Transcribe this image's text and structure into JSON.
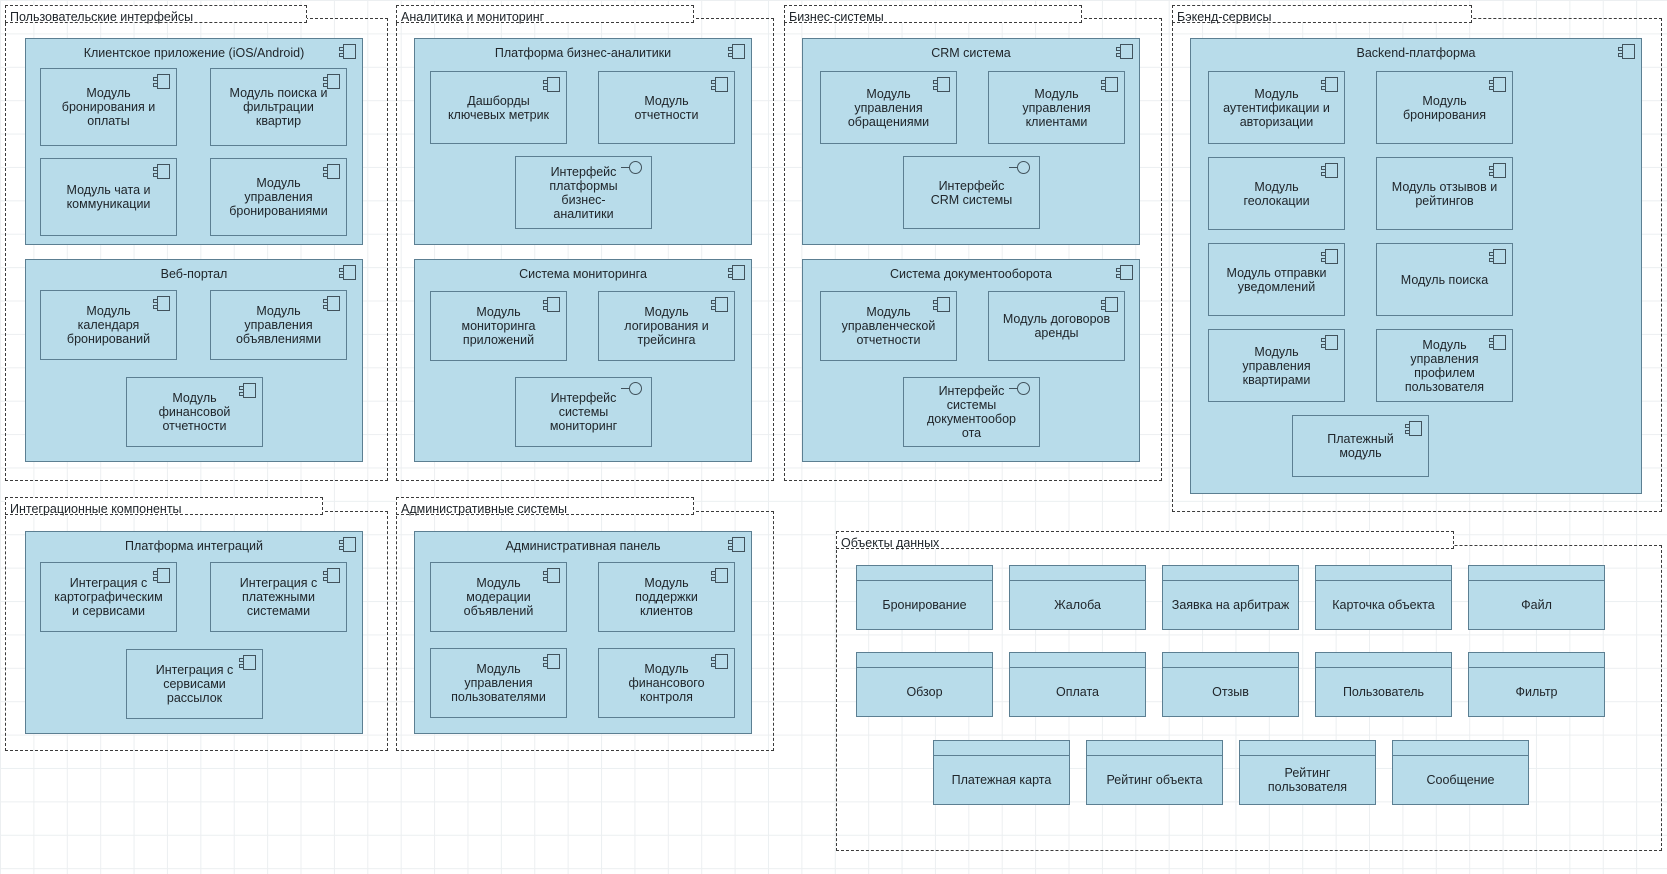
{
  "diagram": {
    "title": "UML component diagram",
    "colors": {
      "component_fill": "#b8dcea",
      "component_stroke": "#5c7f92",
      "package_stroke": "#3b3b3b",
      "grid": "#eceff1",
      "text": "#20262b"
    }
  },
  "packages": [
    {
      "id": "ui",
      "label": "Пользовательские интерфейсы"
    },
    {
      "id": "analytics",
      "label": "Аналитика и мониторинг"
    },
    {
      "id": "business",
      "label": "Бизнес-системы"
    },
    {
      "id": "backend",
      "label": "Бэкенд-сервисы"
    },
    {
      "id": "integration",
      "label": "Интеграционные компоненты"
    },
    {
      "id": "admin",
      "label": "Административные системы"
    },
    {
      "id": "data",
      "label": "Объекты данных"
    }
  ],
  "components": [
    {
      "id": "client-app",
      "label": "Клиентское приложение (iOS/Android)",
      "icon": "component-icon",
      "children": [
        {
          "label": "Модуль\nбронирования и\nоплаты",
          "icon": "component-icon"
        },
        {
          "label": "Модуль поиска и\nфильтрации\nквартир",
          "icon": "component-icon"
        },
        {
          "label": "Модуль чата и\nкоммуникации",
          "icon": "component-icon"
        },
        {
          "label": "Модуль\nуправления\nбронированиями",
          "icon": "component-icon"
        }
      ]
    },
    {
      "id": "web-portal",
      "label": "Веб-портал",
      "icon": "component-icon",
      "children": [
        {
          "label": "Модуль\nкалендаря\nбронирований",
          "icon": "component-icon"
        },
        {
          "label": "Модуль\nуправления\nобъявлениями",
          "icon": "component-icon"
        },
        {
          "label": "Модуль\nфинансовой\nотчетности",
          "icon": "component-icon"
        }
      ]
    },
    {
      "id": "bi-platform",
      "label": "Платформа бизнес-аналитики",
      "icon": "component-icon",
      "children": [
        {
          "label": "Дашборды\nключевых метрик",
          "icon": "component-icon"
        },
        {
          "label": "Модуль\nотчетности",
          "icon": "component-icon"
        },
        {
          "label": "Интерфейс\nплатформы\nбизнес-\nаналитики",
          "icon": "interface-icon"
        }
      ]
    },
    {
      "id": "monitoring",
      "label": "Система мониторинга",
      "icon": "component-icon",
      "children": [
        {
          "label": "Модуль\nмониторинга\nприложений",
          "icon": "component-icon"
        },
        {
          "label": "Модуль\nлогирования и\nтрейсинга",
          "icon": "component-icon"
        },
        {
          "label": "Интерфейс\nсистемы\nмониторинг",
          "icon": "interface-icon"
        }
      ]
    },
    {
      "id": "crm",
      "label": "CRM система",
      "icon": "component-icon",
      "children": [
        {
          "label": "Модуль\nуправления\nобращениями",
          "icon": "component-icon"
        },
        {
          "label": "Модуль\nуправления\nклиентами",
          "icon": "component-icon"
        },
        {
          "label": "Интерфейс\nCRM системы",
          "icon": "interface-icon"
        }
      ]
    },
    {
      "id": "docflow",
      "label": "Система документооборота",
      "icon": "component-icon",
      "children": [
        {
          "label": "Модуль\nуправленческой\nотчетности",
          "icon": "component-icon"
        },
        {
          "label": "Модуль договоров\nаренды",
          "icon": "component-icon"
        },
        {
          "label": "Интерфейс\nсистемы\nдокументообор\nота",
          "icon": "interface-icon"
        }
      ]
    },
    {
      "id": "backend-platform",
      "label": "Backend-платформа",
      "icon": "component-icon",
      "children": [
        {
          "label": "Модуль\nаутентификации и\nавторизации",
          "icon": "component-icon"
        },
        {
          "label": "Модуль\nбронирования",
          "icon": "component-icon"
        },
        {
          "label": "Модуль\nгеолокации",
          "icon": "component-icon"
        },
        {
          "label": "Модуль отзывов и\nрейтингов",
          "icon": "component-icon"
        },
        {
          "label": "Модуль отправки\nуведомлений",
          "icon": "component-icon"
        },
        {
          "label": "Модуль поиска",
          "icon": "component-icon"
        },
        {
          "label": "Модуль\nуправления\nквартирами",
          "icon": "component-icon"
        },
        {
          "label": "Модуль\nуправления\nпрофилем\nпользователя",
          "icon": "component-icon"
        },
        {
          "label": "Платежный\nмодуль",
          "icon": "component-icon"
        }
      ]
    },
    {
      "id": "integration-platform",
      "label": "Платформа интеграций",
      "icon": "component-icon",
      "children": [
        {
          "label": "Интеграция с\nкартографическим\nи сервисами",
          "icon": "component-icon"
        },
        {
          "label": "Интеграция с\nплатежными\nсистемами",
          "icon": "component-icon"
        },
        {
          "label": "Интеграция с\nсервисами\nрассылок",
          "icon": "component-icon"
        }
      ]
    },
    {
      "id": "admin-panel",
      "label": "Административная панель",
      "icon": "component-icon",
      "children": [
        {
          "label": "Модуль\nмодерации\nобъявлений",
          "icon": "component-icon"
        },
        {
          "label": "Модуль\nподдержки\nклиентов",
          "icon": "component-icon"
        },
        {
          "label": "Модуль\nуправления\nпользователями",
          "icon": "component-icon"
        },
        {
          "label": "Модуль\nфинансового\nконтроля",
          "icon": "component-icon"
        }
      ]
    }
  ],
  "data_objects": [
    {
      "label": "Бронирование"
    },
    {
      "label": "Жалоба"
    },
    {
      "label": "Заявка на арбитраж"
    },
    {
      "label": "Карточка объекта"
    },
    {
      "label": "Файл"
    },
    {
      "label": "Обзор"
    },
    {
      "label": "Оплата"
    },
    {
      "label": "Отзыв"
    },
    {
      "label": "Пользователь"
    },
    {
      "label": "Фильтр"
    },
    {
      "label": "Платежная карта"
    },
    {
      "label": "Рейтинг объекта"
    },
    {
      "label": "Рейтинг\nпользователя"
    },
    {
      "label": "Сообщение"
    }
  ]
}
